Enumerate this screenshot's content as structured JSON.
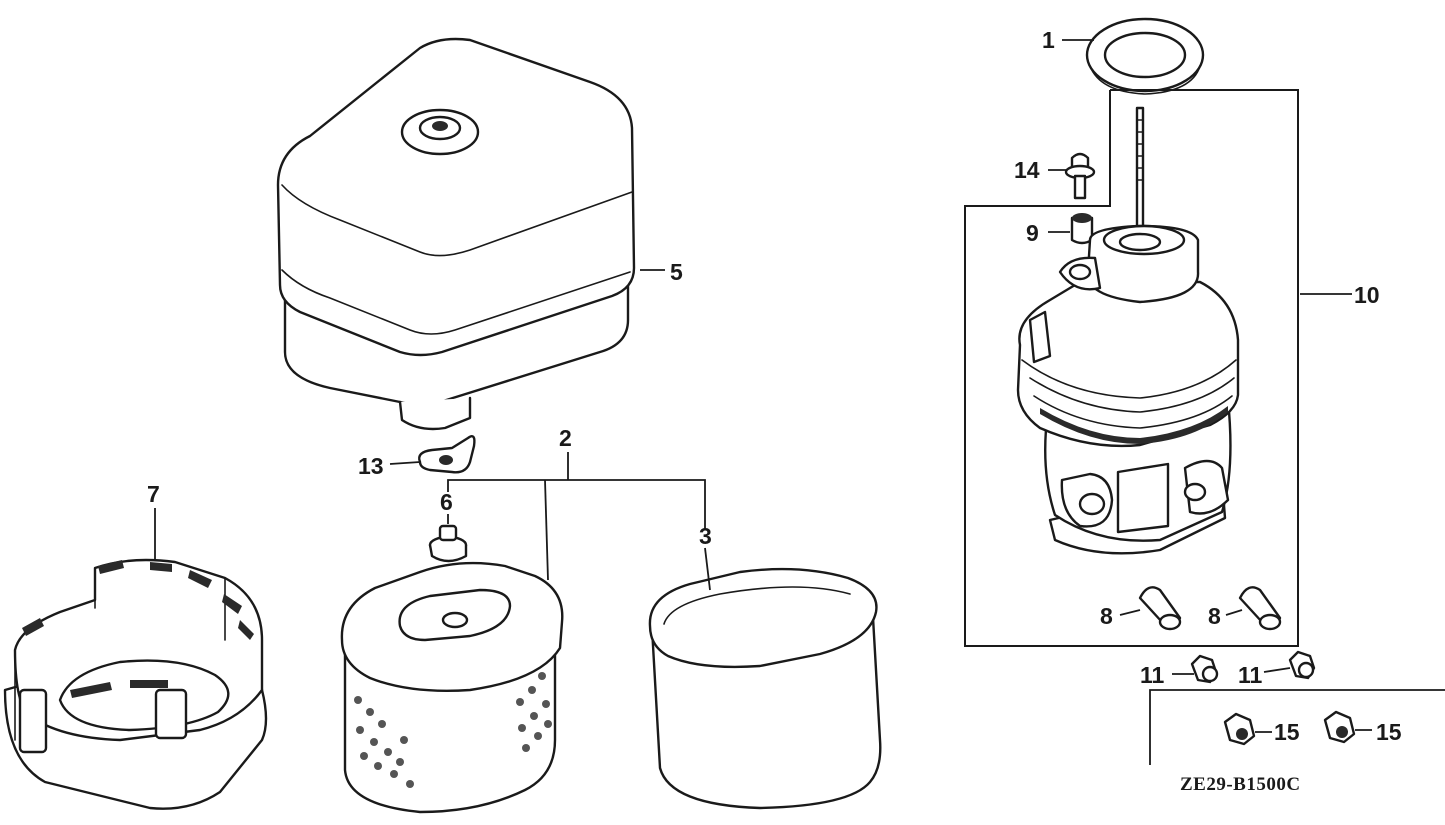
{
  "diagram": {
    "reference_code": "ZE29-B1500C",
    "callouts": [
      {
        "id": "1",
        "label": "1",
        "part": "seal ring"
      },
      {
        "id": "2",
        "label": "2",
        "part": "air cleaner element assembly"
      },
      {
        "id": "3",
        "label": "3",
        "part": "outer foam element"
      },
      {
        "id": "5",
        "label": "5",
        "part": "air cleaner cover"
      },
      {
        "id": "6",
        "label": "6",
        "part": "grommet"
      },
      {
        "id": "7",
        "label": "7",
        "part": "case"
      },
      {
        "id": "8a",
        "label": "8",
        "part": "collar"
      },
      {
        "id": "8b",
        "label": "8",
        "part": "collar"
      },
      {
        "id": "9",
        "label": "9",
        "part": "spacer"
      },
      {
        "id": "10",
        "label": "10",
        "part": "air cleaner elbow / base assembly"
      },
      {
        "id": "11a",
        "label": "11",
        "part": "nut"
      },
      {
        "id": "11b",
        "label": "11",
        "part": "nut"
      },
      {
        "id": "13",
        "label": "13",
        "part": "wing nut"
      },
      {
        "id": "14",
        "label": "14",
        "part": "bolt"
      },
      {
        "id": "15a",
        "label": "15",
        "part": "flange nut"
      },
      {
        "id": "15b",
        "label": "15",
        "part": "flange nut"
      }
    ]
  }
}
